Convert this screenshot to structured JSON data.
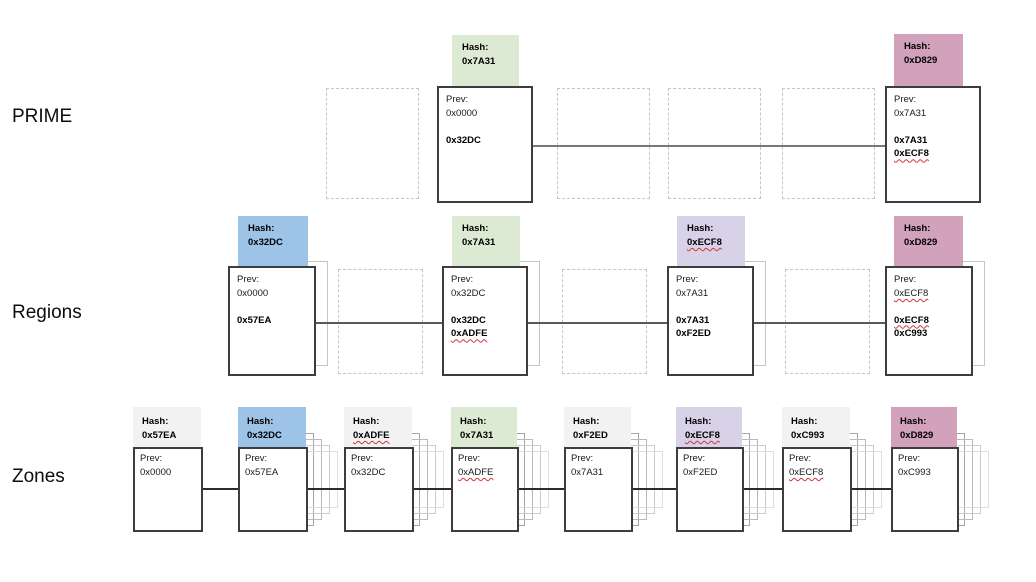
{
  "colors": {
    "gray": "#f2f2f2",
    "blue": "#9dc3e6",
    "green": "#dcead3",
    "purple": "#d8d2e8",
    "pink": "#d2a1bc",
    "prime_line": "#787878",
    "regions_line": "#595959",
    "zones_line": "#2b2b2b",
    "background": "#ffffff"
  },
  "rows": {
    "prime": {
      "label": "PRIME",
      "blocks": [
        {
          "hash_label": "Hash:",
          "hash_value": "0x7A31",
          "prev_label": "Prev:",
          "prev_value": "0x0000",
          "children": [
            "0x32DC"
          ]
        },
        {
          "hash_label": "Hash:",
          "hash_value": "0xD829",
          "prev_label": "Prev:",
          "prev_value": "0x7A31",
          "children": [
            "0x7A31",
            "0xECF8"
          ]
        }
      ]
    },
    "regions": {
      "label": "Regions",
      "blocks": [
        {
          "hash_label": "Hash:",
          "hash_value": "0x32DC",
          "prev_label": "Prev:",
          "prev_value": "0x0000",
          "children": [
            "0x57EA"
          ]
        },
        {
          "hash_label": "Hash:",
          "hash_value": "0x7A31",
          "prev_label": "Prev:",
          "prev_value": "0x32DC",
          "children": [
            "0x32DC",
            "0xADFE"
          ]
        },
        {
          "hash_label": "Hash:",
          "hash_value": "0xECF8",
          "prev_label": "Prev:",
          "prev_value": "0x7A31",
          "children": [
            "0x7A31",
            "0xF2ED"
          ]
        },
        {
          "hash_label": "Hash:",
          "hash_value": "0xD829",
          "prev_label": "Prev:",
          "prev_value": "0xECF8",
          "children": [
            "0xECF8",
            "0xC993"
          ]
        }
      ]
    },
    "zones": {
      "label": "Zones",
      "blocks": [
        {
          "hash_label": "Hash:",
          "hash_value": "0x57EA",
          "prev_label": "Prev:",
          "prev_value": "0x0000"
        },
        {
          "hash_label": "Hash:",
          "hash_value": "0x32DC",
          "prev_label": "Prev:",
          "prev_value": "0x57EA"
        },
        {
          "hash_label": "Hash:",
          "hash_value": "0xADFE",
          "prev_label": "Prev:",
          "prev_value": "0x32DC"
        },
        {
          "hash_label": "Hash:",
          "hash_value": "0x7A31",
          "prev_label": "Prev:",
          "prev_value": "0xADFE"
        },
        {
          "hash_label": "Hash:",
          "hash_value": "0xF2ED",
          "prev_label": "Prev:",
          "prev_value": "0x7A31"
        },
        {
          "hash_label": "Hash:",
          "hash_value": "0xECF8",
          "prev_label": "Prev:",
          "prev_value": "0xF2ED"
        },
        {
          "hash_label": "Hash:",
          "hash_value": "0xC993",
          "prev_label": "Prev:",
          "prev_value": "0xECF8"
        },
        {
          "hash_label": "Hash:",
          "hash_value": "0xD829",
          "prev_label": "Prev:",
          "prev_value": "0xC993"
        }
      ]
    }
  }
}
